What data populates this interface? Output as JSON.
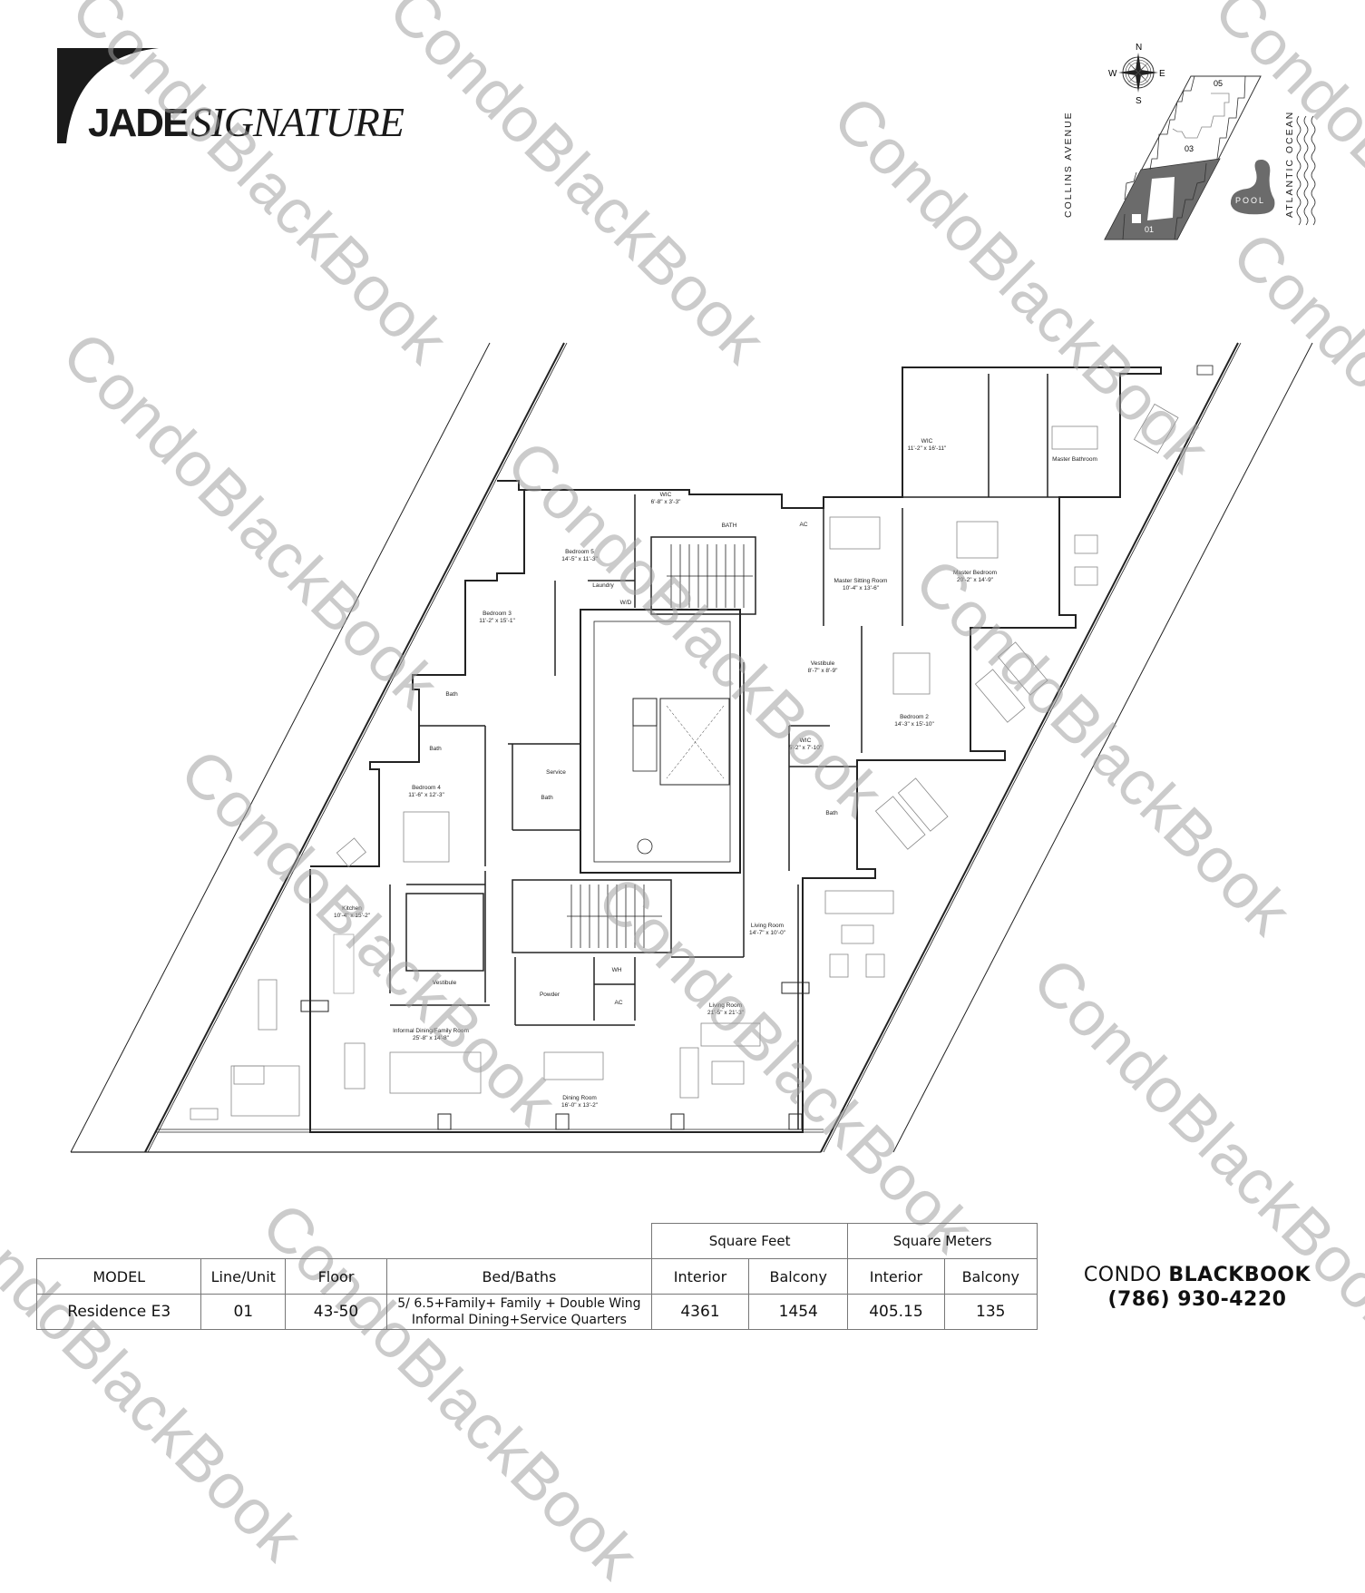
{
  "logo": {
    "brand_bold": "JADE",
    "brand_italic": "SIGNATURE"
  },
  "key_plan": {
    "compass": {
      "n": "N",
      "s": "S",
      "e": "E",
      "w": "W"
    },
    "west_street": "COLLINS AVENUE",
    "east_label": "ATLANTIC OCEAN",
    "pool_label": "POOL",
    "units": [
      "05",
      "03",
      "01"
    ],
    "highlighted_unit": "01",
    "highlight_color": "#6b6b6b"
  },
  "floor_plan": {
    "rooms": [
      {
        "name": "WIC",
        "dims": "11'-2\" x 16'-11\""
      },
      {
        "name": "Master Bathroom",
        "dims": ""
      },
      {
        "name": "WIC",
        "dims": "6'-8\" x 3'-3\""
      },
      {
        "name": "BATH",
        "dims": ""
      },
      {
        "name": "AC",
        "dims": ""
      },
      {
        "name": "Bedroom 5",
        "dims": "14'-5\" x 11'-3\""
      },
      {
        "name": "Laundry",
        "dims": ""
      },
      {
        "name": "W/D",
        "dims": ""
      },
      {
        "name": "Master Sitting Room",
        "dims": "10'-4\" x 13'-6\""
      },
      {
        "name": "Master Bedroom",
        "dims": "20'-2\" x 14'-9\""
      },
      {
        "name": "Bedroom 3",
        "dims": "11'-2\" x 15'-1\""
      },
      {
        "name": "Vestibule",
        "dims": "8'-7\" x 8'-9\""
      },
      {
        "name": "Bedroom 2",
        "dims": "14'-3\" x 15'-10\""
      },
      {
        "name": "Bath",
        "dims": ""
      },
      {
        "name": "Bath",
        "dims": ""
      },
      {
        "name": "WIC",
        "dims": "5'-2\" x 7'-10\""
      },
      {
        "name": "Service",
        "dims": ""
      },
      {
        "name": "Bath",
        "dims": ""
      },
      {
        "name": "Bedroom 4",
        "dims": "11'-6\" x 12'-3\""
      },
      {
        "name": "Bath",
        "dims": ""
      },
      {
        "name": "Kitchen",
        "dims": "10'-4\" x 15'-2\""
      },
      {
        "name": "Living Room",
        "dims": "14'-7\" x 10'-0\""
      },
      {
        "name": "Vestibule",
        "dims": ""
      },
      {
        "name": "WH",
        "dims": ""
      },
      {
        "name": "Powder",
        "dims": ""
      },
      {
        "name": "AC",
        "dims": ""
      },
      {
        "name": "Living Room",
        "dims": "21'-5\" x 21'-3\""
      },
      {
        "name": "Informal Dining/Family Room",
        "dims": "25'-8\" x 14'-8\""
      },
      {
        "name": "Dining Room",
        "dims": "16'-0\" x 13'-2\""
      }
    ]
  },
  "watermark": "CondoBlackBook",
  "specs_table": {
    "group_headers": {
      "sqft": "Square Feet",
      "sqm": "Square Meters"
    },
    "columns": [
      "MODEL",
      "Line/Unit",
      "Floor",
      "Bed/Baths",
      "Interior",
      "Balcony",
      "Interior",
      "Balcony"
    ],
    "row": {
      "model": "Residence E3",
      "line_unit": "01",
      "floor": "43-50",
      "bed_baths_line1": "5/ 6.5+Family+ Family + Double Wing",
      "bed_baths_line2": "Informal Dining+Service Quarters",
      "sqft_interior": "4361",
      "sqft_balcony": "1454",
      "sqm_interior": "405.15",
      "sqm_balcony": "135"
    }
  },
  "brand": {
    "name_regular": "CONDO",
    "name_bold": "BLACKBOOK",
    "phone": "(786) 930-4220"
  }
}
